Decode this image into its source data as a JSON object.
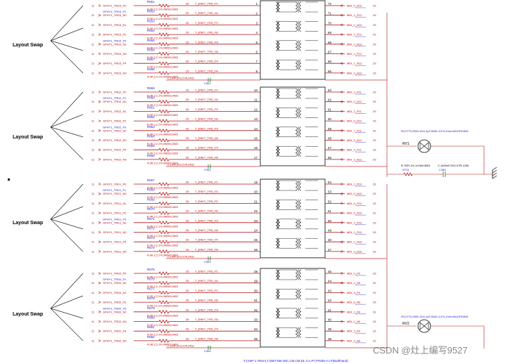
{
  "swap_labels": [
    "Layout Swap",
    "Layout Swap",
    "Layout Swap",
    "Layout Swap"
  ],
  "sections": [
    {
      "resistors": [
        "R651",
        "R652",
        "R653",
        "R654",
        "R655",
        "R656",
        "R657",
        "R658"
      ],
      "lines": [
        {
          "net": "GPHY1_TRD3_P0",
          "net2": "",
          "pin": "1",
          "pinR": "72",
          "mdi": "MDI_0_N12",
          "num": "29"
        },
        {
          "net": "GPHY1_TRD3_N0",
          "net2": "GPHY1_TRD3_P1",
          "pin": "2",
          "pinR": "71",
          "mdi": "MDI_1_P12",
          "num": "29"
        },
        {
          "net": "GPHY1_TRD3_N1",
          "net2": "",
          "pin": "3",
          "pinR": "70",
          "mdi": "MDI_1_N12",
          "num": "29"
        },
        {
          "net": "GPHY1_TRD3_P2",
          "net2": "",
          "pin": "4",
          "pinR": "69",
          "mdi": "MDI_2_P12",
          "num": "29"
        },
        {
          "net": "GPHY1_TRD3_N2",
          "net2": "GPHY1_TRD3_P3",
          "pin": "5",
          "pinR": "68",
          "mdi": "MDI_2_N12",
          "num": "29"
        },
        {
          "net": "GPHY1_TRD3_N3",
          "net2": "",
          "pin": "6",
          "pinR": "67",
          "mdi": "MDI_1_P12",
          "num": "29"
        },
        {
          "net": "GPHY1_TRD3_P4",
          "net2": "",
          "pin": "7",
          "pinR": "66",
          "mdi": "MDI_1_N12",
          "num": "29"
        },
        {
          "net": "GPHY1_TRD3_N4",
          "net2": "",
          "pin": "8",
          "pinR": "65",
          "mdi": "MDI_3_N12",
          "num": "29"
        }
      ]
    },
    {
      "resistors": [
        "R659",
        "R660",
        "R661",
        "R662",
        "R663",
        "R664",
        "R665",
        "R666"
      ],
      "lines": [
        {
          "net": "GPHY1_TRD2_P0",
          "net2": "",
          "pin": "10",
          "pinR": "63",
          "mdi": "MDI_1_P11",
          "num": "29"
        },
        {
          "net": "GPHY1_TRD2_N0",
          "net2": "GPHY1_TRD2_P1",
          "pin": "11",
          "pinR": "62",
          "mdi": "MDI_0_N11",
          "num": "29"
        },
        {
          "net": "GPHY1_TRD2_N1",
          "net2": "",
          "pin": "12",
          "pinR": "61",
          "mdi": "MDI_2_P11",
          "num": "29"
        },
        {
          "net": "GPHY1_TRD2_P2",
          "net2": "",
          "pin": "13",
          "pinR": "60",
          "mdi": "MDI_6_N11",
          "num": "29"
        },
        {
          "net": "GPHY1_TRD2_N2",
          "net2": "GPHY1_TRD2_P3",
          "pin": "14",
          "pinR": "59",
          "mdi": "MDI_7_P11",
          "num": "29"
        },
        {
          "net": "GPHY1_TRD2_N3",
          "net2": "",
          "pin": "15",
          "pinR": "58",
          "mdi": "MDI_3_N11",
          "num": "29"
        },
        {
          "net": "GPHY1_TRD2_P4",
          "net2": "",
          "pin": "16",
          "pinR": "57",
          "mdi": "MDI_4_P11",
          "num": "29"
        },
        {
          "net": "GPHY1_TRD2_N4",
          "net2": "",
          "pin": "17",
          "pinR": "56",
          "mdi": "MDI_3_N11",
          "num": "29"
        }
      ]
    },
    {
      "resistors": [
        "R667",
        "R668",
        "R669",
        "R670",
        "R671",
        "R672",
        "R673",
        "R674"
      ],
      "lines": [
        {
          "net": "GPHY1_TRD1_P0",
          "net2": "",
          "pin": "19",
          "pinR": "54",
          "mdi": "MDI_1_P10",
          "num": "29"
        },
        {
          "net": "GPHY1_TRD1_N0",
          "net2": "GPHY1_TRD1_P1",
          "pin": "20",
          "pinR": "53",
          "mdi": "MDI_0_N10",
          "num": "29"
        },
        {
          "net": "GPHY1_TRD1_N1",
          "net2": "",
          "pin": "21",
          "pinR": "52",
          "mdi": "MDI_3_P10",
          "num": "29"
        },
        {
          "net": "GPHY1_TRD1_P2",
          "net2": "",
          "pin": "22",
          "pinR": "51",
          "mdi": "MDI_6_N10",
          "num": "29"
        },
        {
          "net": "GPHY1_TRD1_N2",
          "net2": "GPHY1_TRD1_P3",
          "pin": "23",
          "pinR": "50",
          "mdi": "MDI_2_P10",
          "num": "29"
        },
        {
          "net": "GPHY1_TRD1_N3",
          "net2": "",
          "pin": "24",
          "pinR": "49",
          "mdi": "MDI_1_P10",
          "num": "29"
        },
        {
          "net": "GPHY1_TRD1_P4",
          "net2": "",
          "pin": "25",
          "pinR": "48",
          "mdi": "MDI_1_N10",
          "num": "29"
        },
        {
          "net": "GPHY1_TRD1_N4",
          "net2": "",
          "pin": "26",
          "pinR": "47",
          "mdi": "MDI_3_N10",
          "num": "29"
        }
      ]
    },
    {
      "resistors": [
        "R675",
        "R676",
        "R677",
        "R678",
        "R679",
        "R680",
        "R681",
        "R682"
      ],
      "lines": [
        {
          "net": "GPHY1_TRD0_P0",
          "net2": "",
          "pin": "28",
          "pinR": "45",
          "mdi": "MDI_0_P9",
          "num": "29"
        },
        {
          "net": "GPHY1_TRD0_N0",
          "net2": "GPHY1_TRD0_P1",
          "pin": "29",
          "pinR": "44",
          "mdi": "MDI_2_N9",
          "num": "29"
        },
        {
          "net": "GPHY1_TRD0_N1",
          "net2": "",
          "pin": "30",
          "pinR": "43",
          "mdi": "MDI_3_P9",
          "num": "29"
        },
        {
          "net": "GPHY1_TRD0_P2",
          "net2": "",
          "pin": "31",
          "pinR": "42",
          "mdi": "MDI_6_N9",
          "num": "29"
        },
        {
          "net": "GPHY1_TRD0_N2",
          "net2": "GPHY1_TRD0_P3",
          "pin": "32",
          "pinR": "41",
          "mdi": "MDI_1_P9",
          "num": "29"
        },
        {
          "net": "GPHY1_TRD0_N3",
          "net2": "",
          "pin": "33",
          "pinR": "40",
          "mdi": "MDI_1_N9",
          "num": "29"
        },
        {
          "net": "GPHY1_TRD0_P4",
          "net2": "",
          "pin": "34",
          "pinR": "39",
          "mdi": "MDI_3_P9",
          "num": "29"
        },
        {
          "net": "GPHY1_TRD0_N4",
          "net2": "",
          "pin": "35",
          "pinR": "38",
          "mdi": "MDI_3_N9",
          "num": "29"
        }
      ]
    }
  ],
  "left_num": "11",
  "mid_num": "26",
  "resistor_value": "R,0R,2,2,1%,0W063,0603",
  "enet_p": "T_ENET_TRD_P",
  "enet_n": "T_ENET_TRD_N",
  "cap_value": "C,10nF,2KV,X7R,0402",
  "cap_refs": [
    "C361",
    "C362",
    "C363",
    "C364"
  ],
  "tvs": [
    {
      "ref": "RV1",
      "desc": "RV,0770,050V,1KA,1pF,SMD-4.5*3.2mm,BAIOFMIND"
    },
    {
      "ref": "RV2",
      "desc": "RV,0770,050V,1KA,1pF,SMD-4.5*3.2mm,BAIOFMIND"
    }
  ],
  "rt": {
    "ref": "RT31",
    "desc": "R,TER,1%,1/10W,0603",
    "cap": "C365",
    "cap_desc": "C,1000nF,2KV,X7R,1206"
  },
  "footer": "T,CHIP-1.78mm,T,GBIT,NB-48C,CM,CM,DL-CA,P7,PIN/M-A LF(Bothhand)",
  "watermark": "CSDN @灶上编写9527",
  "colors": {
    "line": "#b01010",
    "text": "#c00000",
    "link": "#1a1ad8",
    "cap": "#0b7a0b"
  }
}
